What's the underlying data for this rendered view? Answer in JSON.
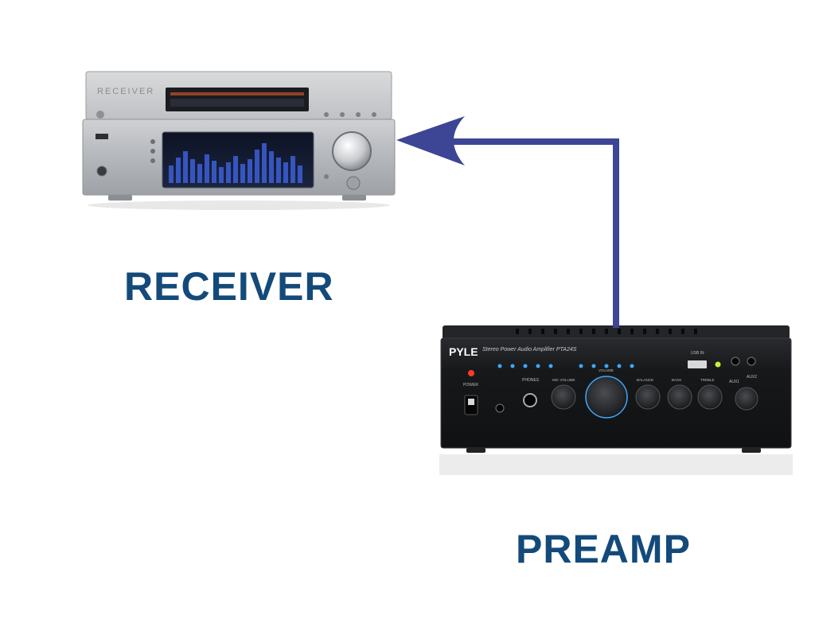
{
  "labels": {
    "receiver": "RECEIVER",
    "preamp": "PREAMP"
  },
  "receiver_device": {
    "brand_text": "RECEIVER"
  },
  "preamp_device": {
    "brand_text": "PYLE",
    "model_text": "Stereo Power Audio Amplifier  PTA24S",
    "knob_labels": [
      "MIC VOLUME",
      "VOLUME",
      "BALANCE",
      "BASS",
      "TREBLE"
    ],
    "input_labels": [
      "PHONES",
      "USB IN",
      "AUX1",
      "AUX2"
    ],
    "power_label": "POWER"
  },
  "colors": {
    "label_text": "#134a7a",
    "arrow": "#3c4694",
    "receiver_body": "#b9bcc0",
    "preamp_body": "#1a1b1d",
    "led": "#3fa8ff"
  }
}
